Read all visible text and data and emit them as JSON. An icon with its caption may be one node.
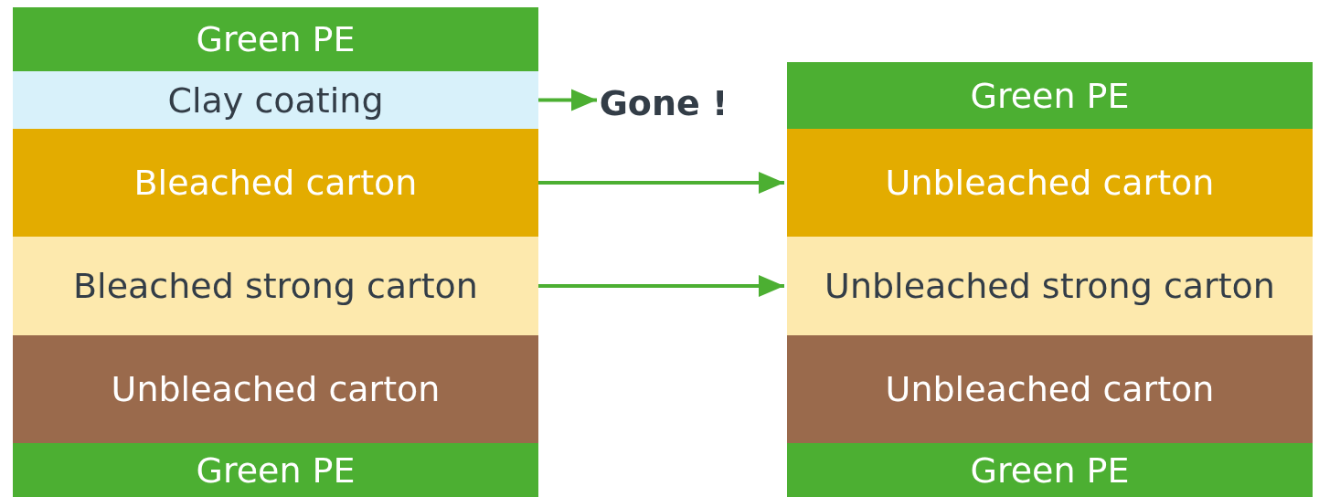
{
  "diagram": {
    "nodes": [
      {
        "text": [
          "Green PE"
        ]
      },
      {
        "text": [
          "Clay coating"
        ]
      },
      {
        "text": [
          "Bleached carton"
        ]
      },
      {
        "text": [
          "Bleached strong carton"
        ]
      },
      {
        "text": [
          "Unbleached carton"
        ]
      },
      {
        "text": [
          "Green PE"
        ]
      },
      {
        "text": [
          "Gone !"
        ]
      },
      {
        "text": [
          "Green PE"
        ]
      },
      {
        "text": [
          "Unbleached carton"
        ]
      },
      {
        "text": [
          "Unbleached strong carton"
        ]
      },
      {
        "text": [
          "Unbleached carton"
        ]
      },
      {
        "text": [
          "Green PE"
        ]
      }
    ],
    "edges": [
      {
        "from": 1,
        "to": 6,
        "arrow": "to"
      },
      {
        "from": 2,
        "to": 8,
        "arrow": "to"
      },
      {
        "from": 3,
        "to": 9,
        "arrow": "to"
      }
    ]
  }
}
